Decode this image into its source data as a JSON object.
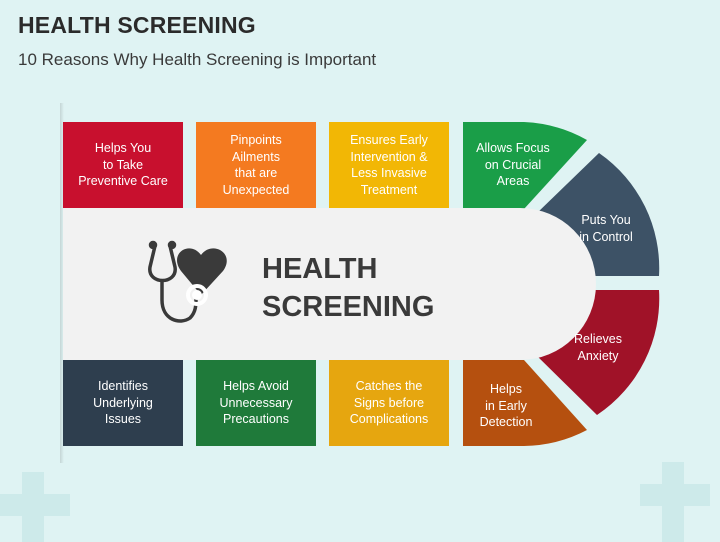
{
  "header": {
    "title": "HEALTH SCREENING",
    "subtitle": "10 Reasons Why Health Screening is Important"
  },
  "center": {
    "title": "HEALTH\nSCREENING",
    "icon": "stethoscope-heart-icon"
  },
  "reasons": [
    {
      "label": "Helps You\nto Take\nPreventive Care",
      "color": "#c8102e"
    },
    {
      "label": "Pinpoints\nAilments\nthat are\nUnexpected",
      "color": "#f47a20"
    },
    {
      "label": "Ensures Early\nIntervention &\nLess Invasive\nTreatment",
      "color": "#f2b705"
    },
    {
      "label": "Allows Focus\non Crucial\nAreas",
      "color": "#1a9e48"
    },
    {
      "label": "Puts  You\nin Control",
      "color": "#3d5266"
    },
    {
      "label": "Relieves\nAnxiety",
      "color": "#a01228"
    },
    {
      "label": "Helps\nin Early\nDetection",
      "color": "#b5500f"
    },
    {
      "label": "Catches the\nSigns before\nComplications",
      "color": "#e6a60f"
    },
    {
      "label": "Helps Avoid\nUnnecessary\nPrecautions",
      "color": "#1f7a3a"
    },
    {
      "label": "Identifies\nUnderlying\nIssues",
      "color": "#2e3e4e"
    }
  ],
  "colors": {
    "background": "#dff3f3",
    "center_band": "#f2f2f2",
    "icon": "#3a3a3a"
  }
}
